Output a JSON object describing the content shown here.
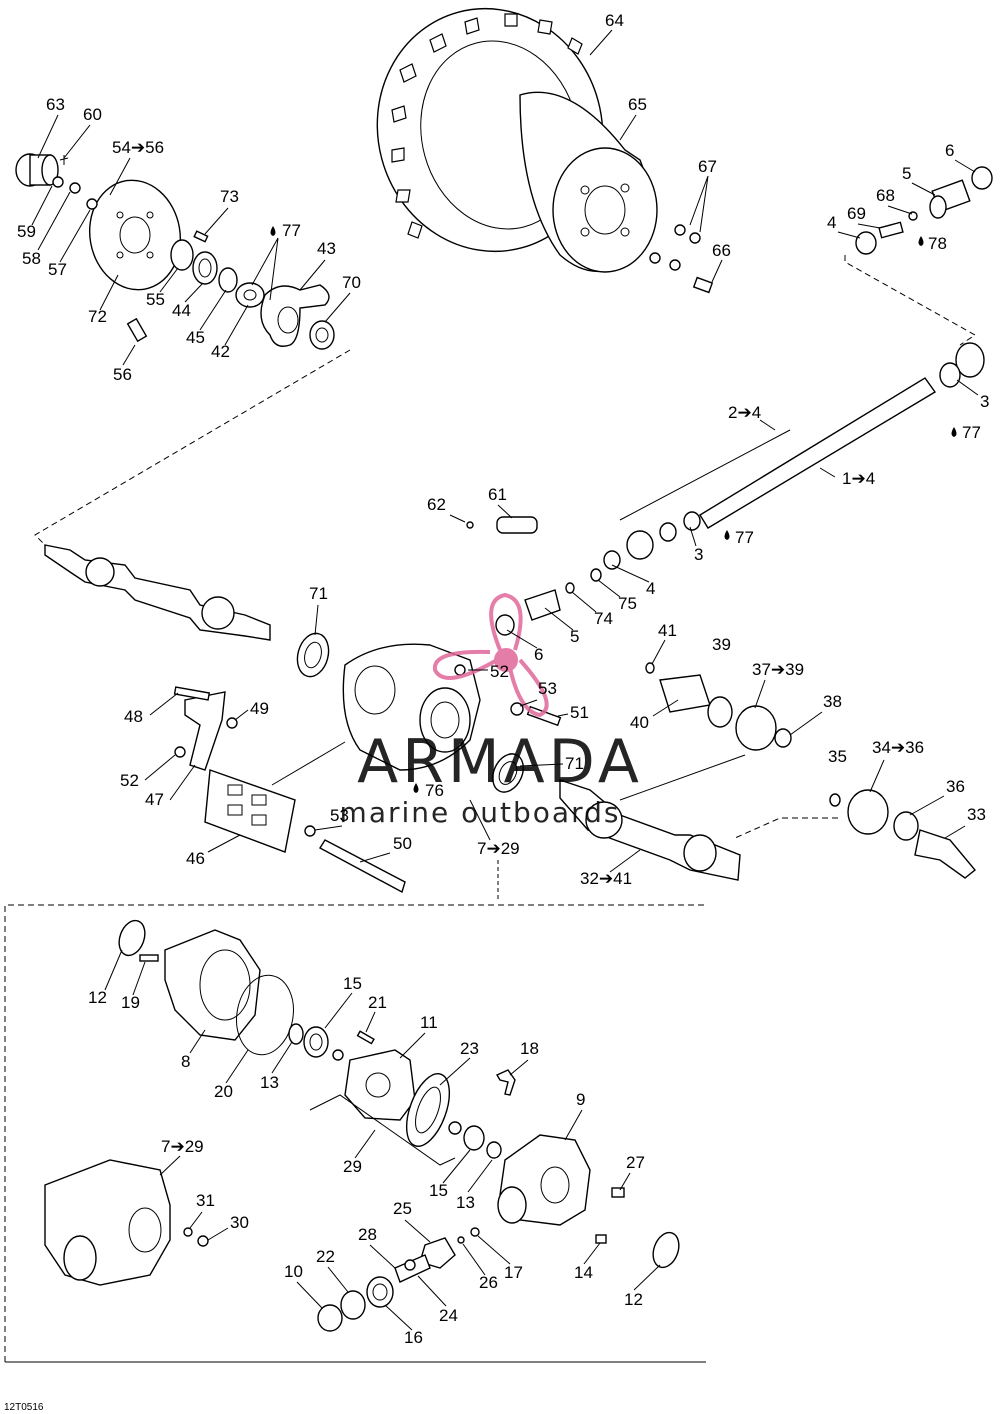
{
  "diagram_code": "12T0516",
  "watermark": {
    "brand": "ARMADA",
    "tagline": "marine outboards",
    "accent_color": "#e0679a",
    "text_color": "#6b6b6b"
  },
  "callouts": [
    {
      "id": "c64",
      "text": "64"
    },
    {
      "id": "c65",
      "text": "65"
    },
    {
      "id": "c67",
      "text": "67"
    },
    {
      "id": "c66",
      "text": "66"
    },
    {
      "id": "c63",
      "text": "63"
    },
    {
      "id": "c60",
      "text": "60"
    },
    {
      "id": "c54",
      "text": "54➔56"
    },
    {
      "id": "c59",
      "text": "59"
    },
    {
      "id": "c58",
      "text": "58"
    },
    {
      "id": "c57",
      "text": "57"
    },
    {
      "id": "c72",
      "text": "72"
    },
    {
      "id": "c73",
      "text": "73"
    },
    {
      "id": "c77a",
      "text": "77"
    },
    {
      "id": "c43",
      "text": "43"
    },
    {
      "id": "c70",
      "text": "70"
    },
    {
      "id": "c55",
      "text": "55"
    },
    {
      "id": "c44",
      "text": "44"
    },
    {
      "id": "c45",
      "text": "45"
    },
    {
      "id": "c42",
      "text": "42"
    },
    {
      "id": "c56",
      "text": "56"
    },
    {
      "id": "c6a",
      "text": "6"
    },
    {
      "id": "c5a",
      "text": "5"
    },
    {
      "id": "c68",
      "text": "68"
    },
    {
      "id": "c4a",
      "text": "4"
    },
    {
      "id": "c69",
      "text": "69"
    },
    {
      "id": "c78",
      "text": "78"
    },
    {
      "id": "c3a",
      "text": "3"
    },
    {
      "id": "c77b",
      "text": "77"
    },
    {
      "id": "c2",
      "text": "2➔4"
    },
    {
      "id": "c1",
      "text": "1➔4"
    },
    {
      "id": "c62",
      "text": "62"
    },
    {
      "id": "c61",
      "text": "61"
    },
    {
      "id": "c3b",
      "text": "3"
    },
    {
      "id": "c77c",
      "text": "77"
    },
    {
      "id": "c4b",
      "text": "4"
    },
    {
      "id": "c75",
      "text": "75"
    },
    {
      "id": "c74",
      "text": "74"
    },
    {
      "id": "c5b",
      "text": "5"
    },
    {
      "id": "c6b",
      "text": "6"
    },
    {
      "id": "c71a",
      "text": "71"
    },
    {
      "id": "c52a",
      "text": "52"
    },
    {
      "id": "c53a",
      "text": "53"
    },
    {
      "id": "c51",
      "text": "51"
    },
    {
      "id": "c41",
      "text": "41"
    },
    {
      "id": "c39",
      "text": "39"
    },
    {
      "id": "c37",
      "text": "37➔39"
    },
    {
      "id": "c40",
      "text": "40"
    },
    {
      "id": "c38",
      "text": "38"
    },
    {
      "id": "c48",
      "text": "48"
    },
    {
      "id": "c49",
      "text": "49"
    },
    {
      "id": "c52b",
      "text": "52"
    },
    {
      "id": "c47",
      "text": "47"
    },
    {
      "id": "c76",
      "text": "76"
    },
    {
      "id": "c71b",
      "text": "71"
    },
    {
      "id": "c35",
      "text": "35"
    },
    {
      "id": "c34",
      "text": "34➔36"
    },
    {
      "id": "c36",
      "text": "36"
    },
    {
      "id": "c33",
      "text": "33"
    },
    {
      "id": "c53b",
      "text": "53"
    },
    {
      "id": "c50",
      "text": "50"
    },
    {
      "id": "c46",
      "text": "46"
    },
    {
      "id": "c7a",
      "text": "7➔29"
    },
    {
      "id": "c32",
      "text": "32➔41"
    },
    {
      "id": "c12a",
      "text": "12"
    },
    {
      "id": "c19",
      "text": "19"
    },
    {
      "id": "c15a",
      "text": "15"
    },
    {
      "id": "c21",
      "text": "21"
    },
    {
      "id": "c11",
      "text": "11"
    },
    {
      "id": "c23",
      "text": "23"
    },
    {
      "id": "c18",
      "text": "18"
    },
    {
      "id": "c8",
      "text": "8"
    },
    {
      "id": "c20",
      "text": "20"
    },
    {
      "id": "c13a",
      "text": "13"
    },
    {
      "id": "c29",
      "text": "29"
    },
    {
      "id": "c9",
      "text": "9"
    },
    {
      "id": "c15b",
      "text": "15"
    },
    {
      "id": "c13b",
      "text": "13"
    },
    {
      "id": "c27",
      "text": "27"
    },
    {
      "id": "c7b",
      "text": "7➔29"
    },
    {
      "id": "c31",
      "text": "31"
    },
    {
      "id": "c30",
      "text": "30"
    },
    {
      "id": "c25",
      "text": "25"
    },
    {
      "id": "c28",
      "text": "28"
    },
    {
      "id": "c22",
      "text": "22"
    },
    {
      "id": "c10",
      "text": "10"
    },
    {
      "id": "c17",
      "text": "17"
    },
    {
      "id": "c26",
      "text": "26"
    },
    {
      "id": "c14",
      "text": "14"
    },
    {
      "id": "c24",
      "text": "24"
    },
    {
      "id": "c16",
      "text": "16"
    },
    {
      "id": "c12b",
      "text": "12"
    }
  ]
}
